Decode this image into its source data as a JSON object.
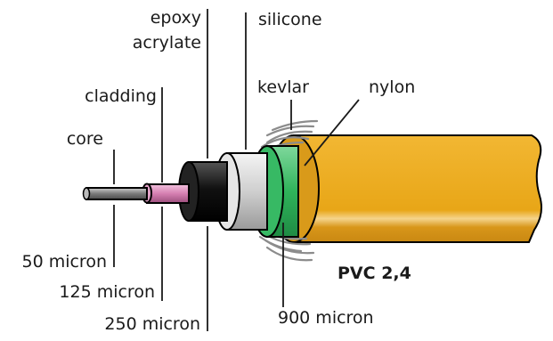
{
  "labels": {
    "core": "core",
    "cladding": "cladding",
    "epoxy_line1": "epoxy",
    "epoxy_line2": "acrylate",
    "silicone": "silicone",
    "kevlar": "kevlar",
    "nylon": "nylon",
    "pvc": "PVC 2,4",
    "micron_50": "50 micron",
    "micron_125": "125 micron",
    "micron_250": "250 micron",
    "micron_900": "900 micron"
  },
  "colors": {
    "core": "#8a8a8a",
    "cladding": "#d98cb8",
    "coating": "#1a1a1a",
    "silicone": "#d9d9d9",
    "nylon": "#2fb35a",
    "kevlar": "#9a9a9a",
    "pvc": "#e8a617",
    "outline": "#000000"
  }
}
